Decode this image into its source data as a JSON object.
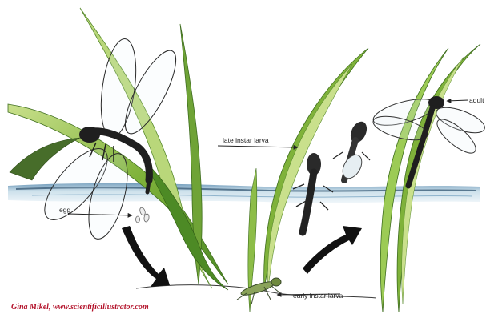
{
  "labels": {
    "egg": "egg",
    "late_instar_larva": "late instar larva",
    "adult": "adult",
    "early_instar_larva": "early instar larva"
  },
  "credit": "Gina Mikel, www.scientificillustrator.com",
  "colors": {
    "leaf_green": "#7fb23a",
    "leaf_light": "#b9d77a",
    "leaf_dark": "#3f6e1f",
    "water": "#8fb9d4",
    "water_dark": "#2c4f6b",
    "insect_dark": "#1f1f1f",
    "arrow": "#111111",
    "credit_red": "#b3122a"
  }
}
